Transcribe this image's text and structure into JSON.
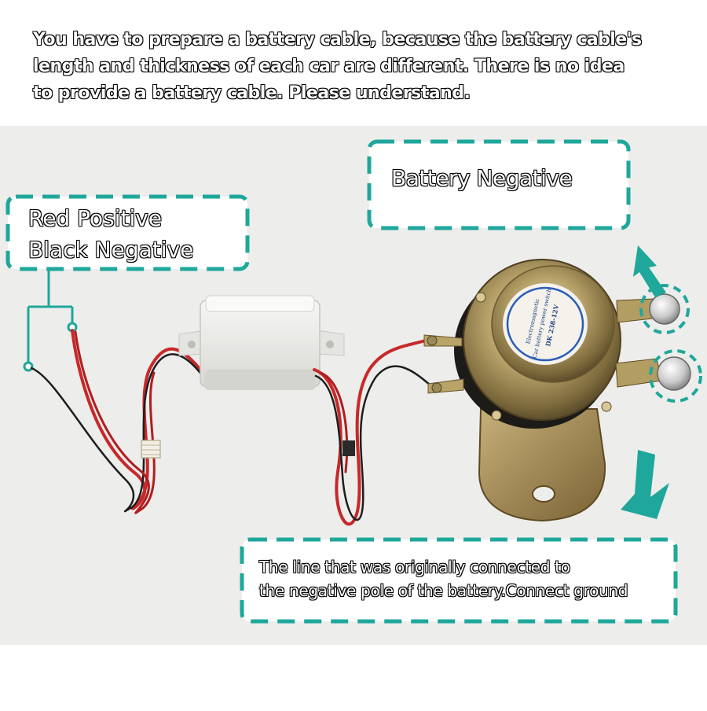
{
  "top_note": {
    "line1": "You have to prepare a battery cable, because the battery cable's",
    "line2": "length and thickness of each car are different. There is no idea",
    "line3": "to provide a battery cable. Please understand."
  },
  "callouts": {
    "battery_negative": "Battery Negative",
    "wire_colors": {
      "line1": "Red Positive",
      "line2": "Black Negative"
    },
    "ground": {
      "line1": "The line that was originally connected to",
      "line2": "the negative pole of the battery.Connect ground"
    }
  },
  "switch_label": {
    "line1": "Electromagnetic",
    "line2": "Car battery power switch",
    "line3": "DK 238-12V"
  },
  "colors": {
    "accent": "#1fa79b",
    "backdrop": "#ededeb",
    "wire_red": "#c8282a",
    "wire_black": "#1e1e1e",
    "metal": "#b4a066"
  }
}
